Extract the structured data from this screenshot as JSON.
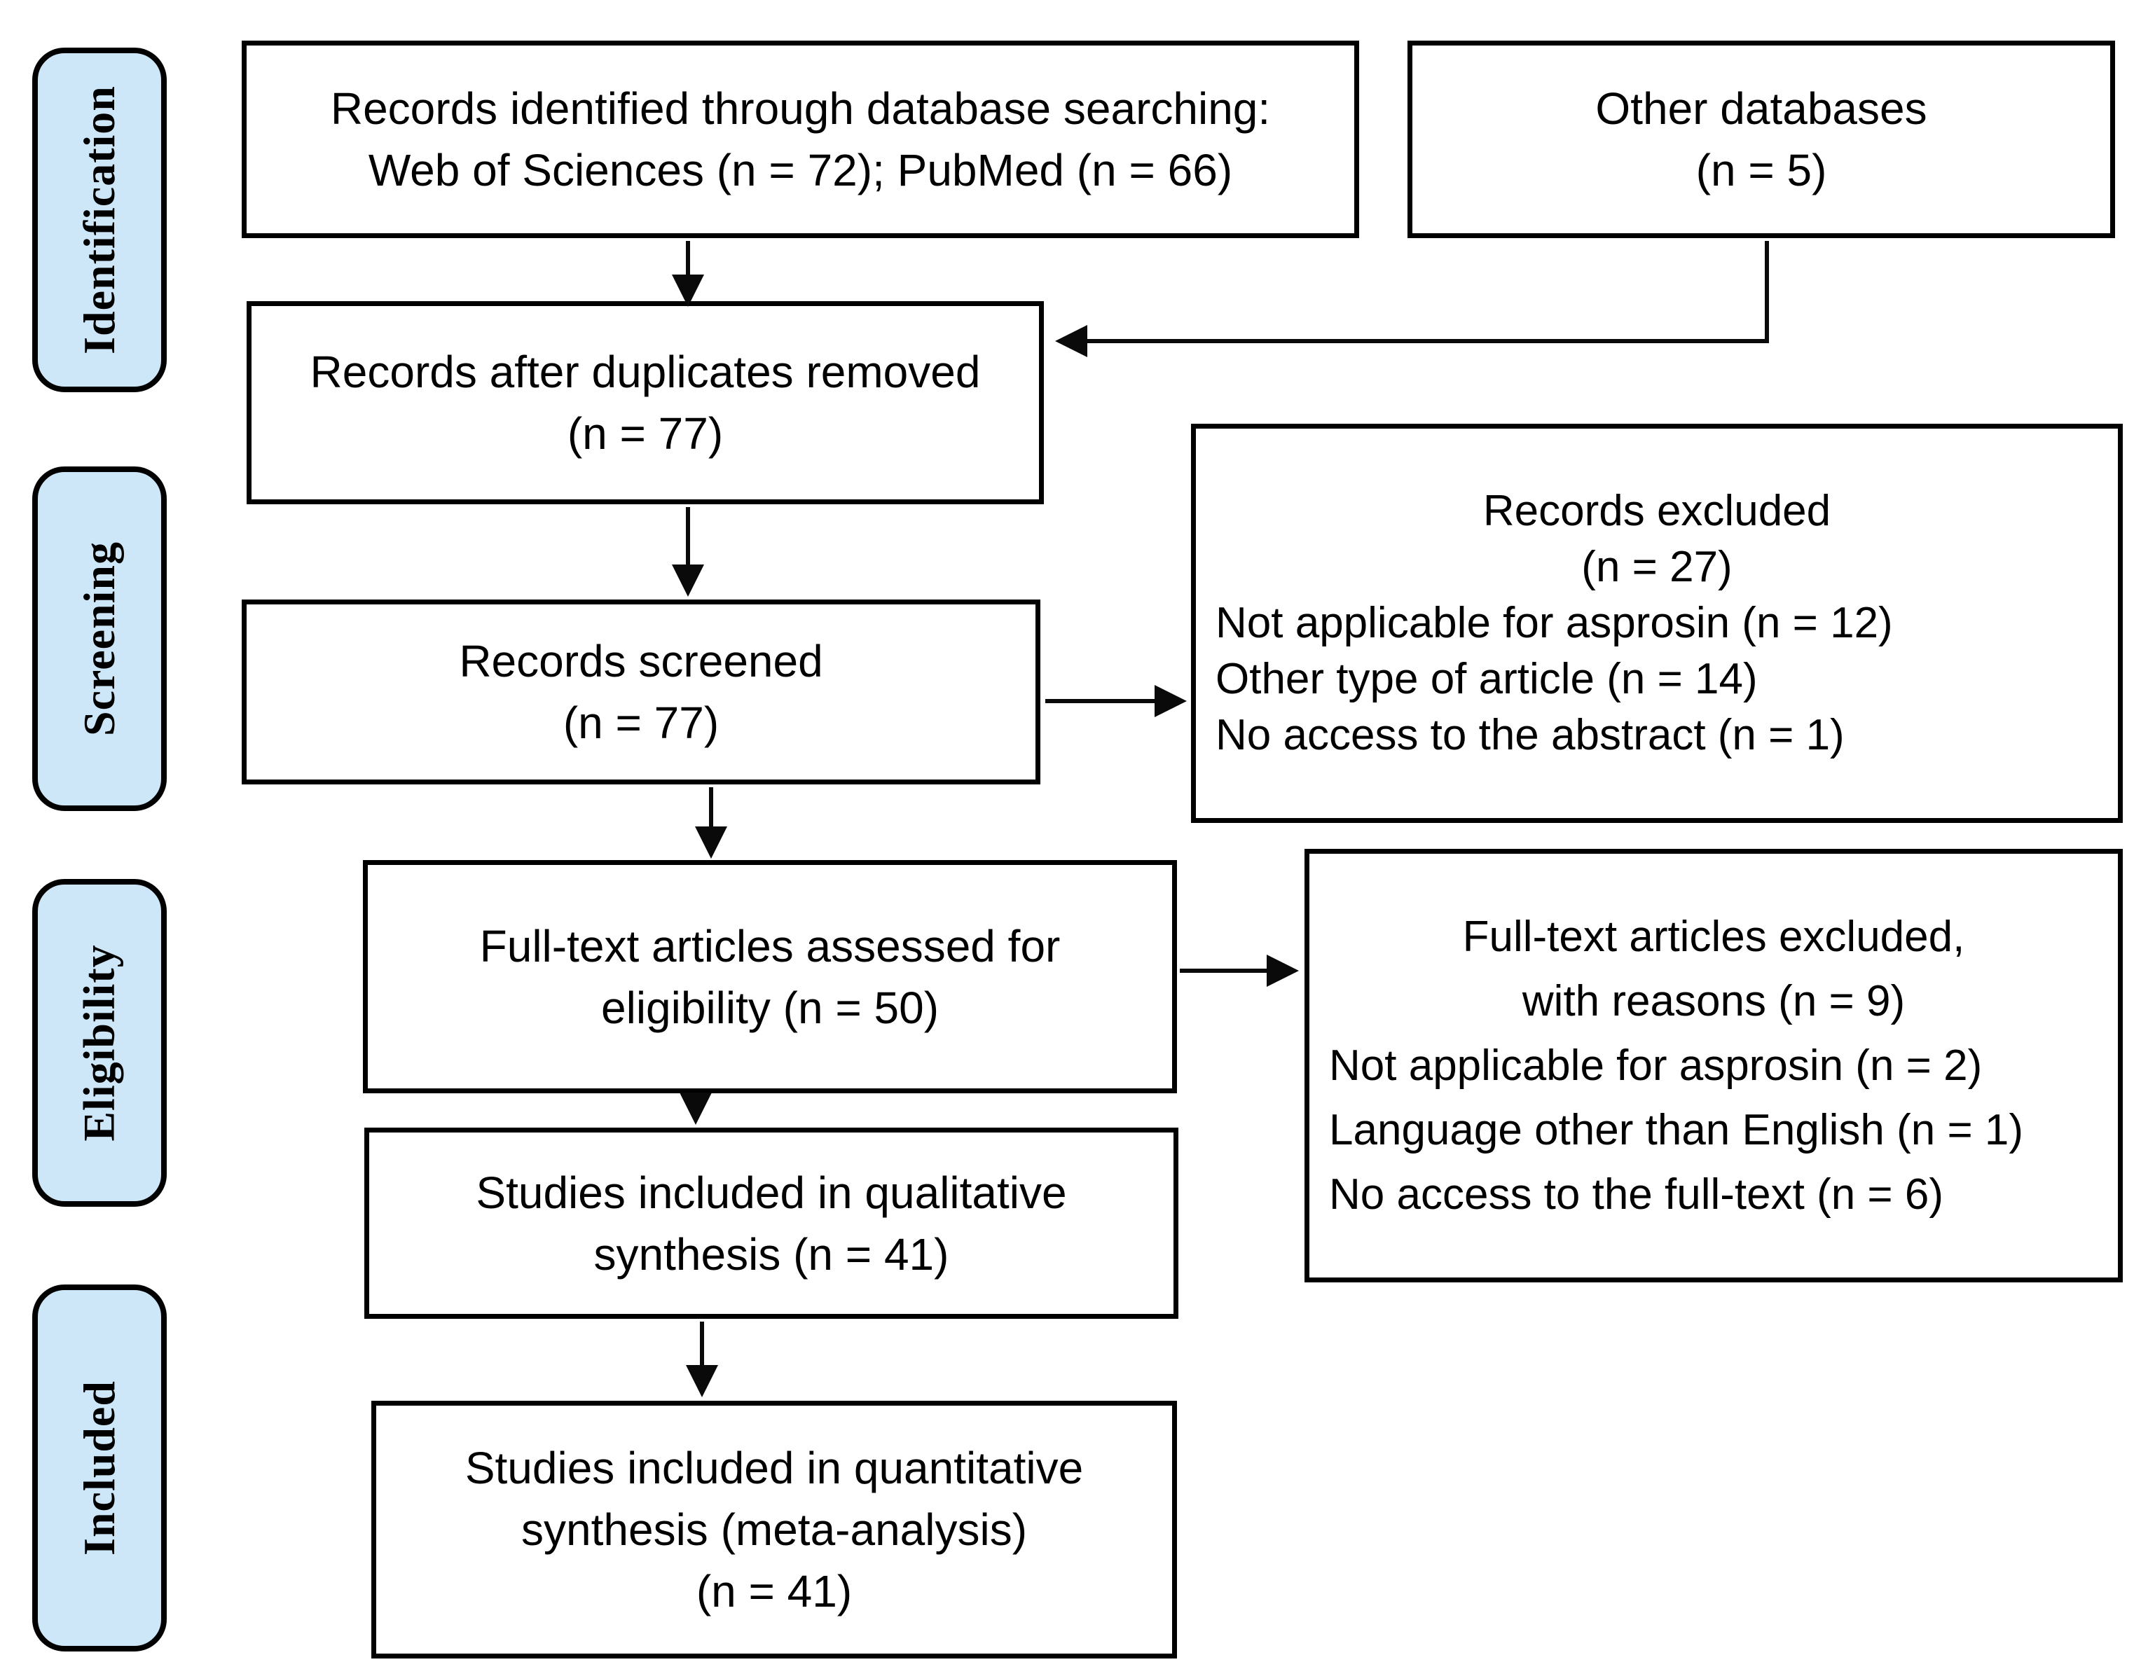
{
  "colors": {
    "stage_fill": "#CDE7F9",
    "box_fill": "#ffffff",
    "line_color": "#000000",
    "text_color": "#000000"
  },
  "stages": {
    "identification": "Identification",
    "screening": "Screening",
    "eligibility": "Eligibility",
    "included": "Included"
  },
  "boxes": {
    "identified": {
      "lines": [
        "Records identified through database searching:",
        "Web of Sciences (n = 72); PubMed (n = 66)"
      ]
    },
    "other_databases": {
      "lines": [
        "Other databases",
        "(n = 5)"
      ]
    },
    "after_duplicates": {
      "lines": [
        "Records after duplicates removed",
        "(n = 77)"
      ]
    },
    "screened": {
      "lines": [
        "Records screened",
        "(n = 77)"
      ]
    },
    "records_excluded": {
      "title_lines": [
        "Records excluded",
        "(n = 27)"
      ],
      "reasons": [
        "Not applicable for asprosin (n = 12)",
        "Other type of article (n = 14)",
        "No access to the abstract (n = 1)"
      ]
    },
    "fulltext_assessed": {
      "lines": [
        "Full-text articles assessed for",
        "eligibility (n = 50)"
      ]
    },
    "fulltext_excluded": {
      "title_lines": [
        "Full-text articles excluded,",
        "with reasons (n = 9)"
      ],
      "reasons": [
        "Not applicable for asprosin (n = 2)",
        "Language other than English (n = 1)",
        "No access to the full-text (n = 6)"
      ]
    },
    "qualitative": {
      "lines": [
        "Studies included in qualitative",
        "synthesis (n = 41)"
      ]
    },
    "quantitative": {
      "lines": [
        "Studies included in quantitative",
        "synthesis (meta-analysis)",
        "(n = 41)"
      ]
    }
  }
}
